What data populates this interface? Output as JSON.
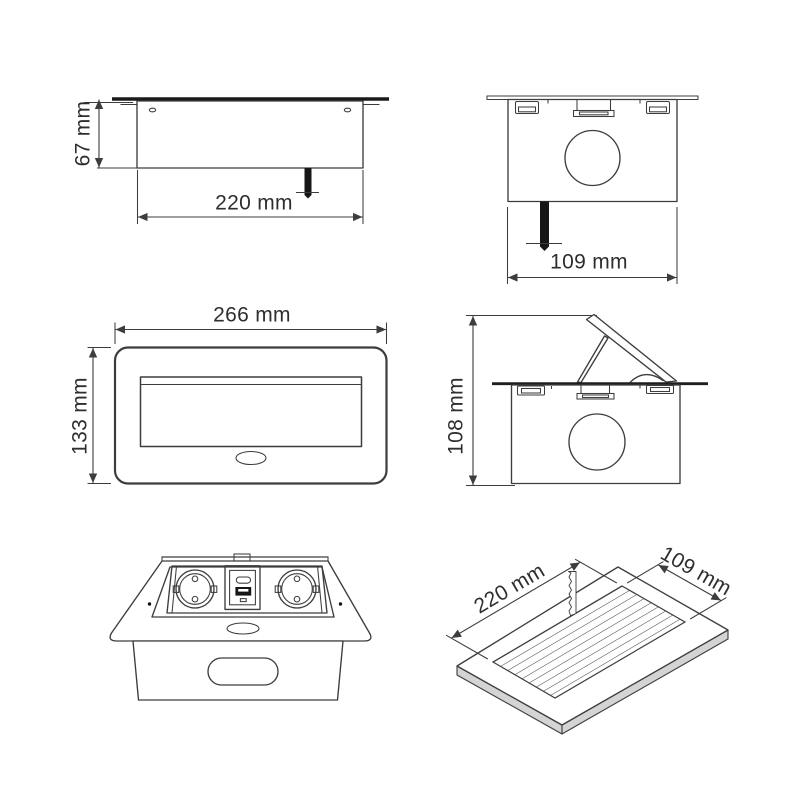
{
  "dimensions": {
    "front_height": "67 mm",
    "front_width": "220 mm",
    "end_width": "109 mm",
    "top_width": "266 mm",
    "top_height": "133 mm",
    "open_height": "108 mm",
    "cutout_length": "220 mm",
    "cutout_width": "109 mm"
  },
  "colors": {
    "line": "#3d3d3d",
    "text": "#2e2e2e",
    "thick_black": "#1a1a1a",
    "panel_edge_gray": "#d4d4d4",
    "background": "#ffffff"
  }
}
